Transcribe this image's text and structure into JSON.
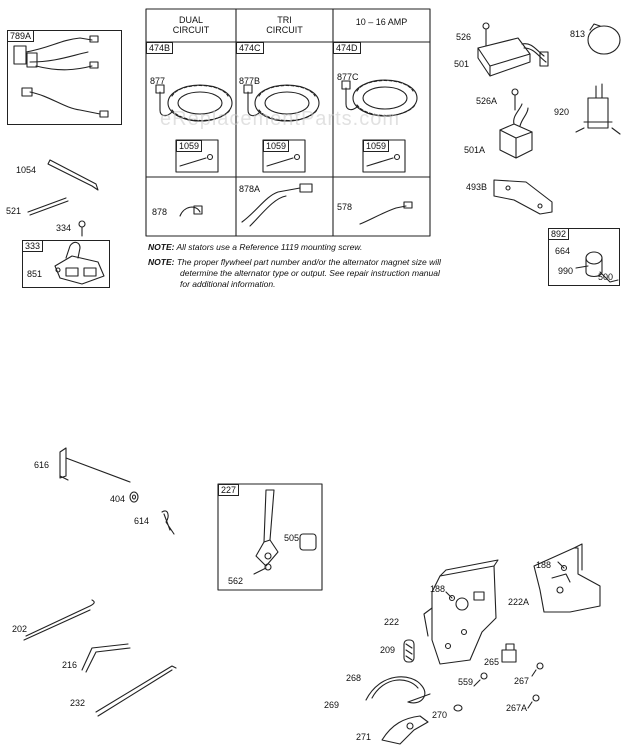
{
  "watermark": "eReplacementParts.com",
  "stator_table": {
    "col_headers": [
      {
        "line1": "DUAL",
        "line2": "CIRCUIT"
      },
      {
        "line1": "TRI",
        "line2": "CIRCUIT"
      },
      {
        "line1": "10 – 16 AMP",
        "line2": ""
      }
    ],
    "section_tags": [
      "474B",
      "474C",
      "474D"
    ],
    "stator_parts": [
      "877",
      "877B",
      "877C"
    ],
    "screw_tag": "1059",
    "lower_parts": [
      "878",
      "878A",
      "578"
    ]
  },
  "parts": {
    "p789A": "789A",
    "p1054": "1054",
    "p521": "521",
    "p334": "334",
    "p333": "333",
    "p851": "851",
    "p526": "526",
    "p501": "501",
    "p813": "813",
    "p526A": "526A",
    "p920": "920",
    "p501A": "501A",
    "p493B": "493B",
    "p892": "892",
    "p664": "664",
    "p990": "990",
    "p500": "500",
    "p616": "616",
    "p404": "404",
    "p614": "614",
    "p227": "227",
    "p505": "505",
    "p562": "562",
    "p202": "202",
    "p216": "216",
    "p232": "232",
    "p188a": "188",
    "p188b": "188",
    "p222": "222",
    "p222A": "222A",
    "p209": "209",
    "p265": "265",
    "p268": "268",
    "p559": "559",
    "p267": "267",
    "p269": "269",
    "p270": "270",
    "p267A": "267A",
    "p271": "271"
  },
  "notes": {
    "n1_label": "NOTE:",
    "n1_text": "All stators use a Reference 1119  mounting screw.",
    "n2_label": "NOTE:",
    "n2_line1": "The proper flywheel part number and/or the alternator magnet size will",
    "n2_line2": "determine the alternator type or output. See repair instruction manual",
    "n2_line3": "for additional information."
  }
}
